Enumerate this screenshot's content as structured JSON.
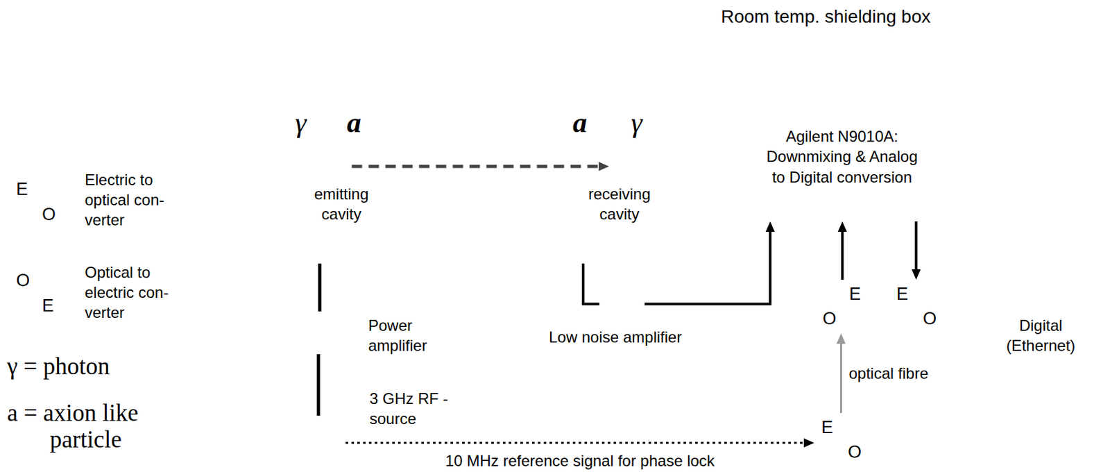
{
  "diagram": {
    "nodes": [
      {
        "text": [
          "Room temp. shielding box"
        ]
      },
      {
        "text": [
          "γ",
          "a",
          "emitting cavity"
        ]
      },
      {
        "text": [
          "a",
          "γ",
          "receiving cavity"
        ],
        "in": 0
      },
      {
        "text": [
          "Agilent N9010A: Downmixing & Analog to Digital conversion"
        ],
        "in": 0
      },
      {
        "text": [
          "Low noise amplifier"
        ],
        "in": 0
      },
      {
        "text": [
          "O",
          "E"
        ],
        "in": 0
      },
      {
        "text": [
          "E",
          "O"
        ],
        "in": 0
      },
      {
        "text": [
          "Power amplifier"
        ]
      },
      {
        "text": [
          "3 GHz RF - source"
        ]
      },
      {
        "text": [
          "E",
          "O"
        ]
      }
    ],
    "edges": [
      {
        "from": 8,
        "to": 7,
        "arrow": "none"
      },
      {
        "from": 7,
        "to": 1,
        "arrow": "none"
      },
      {
        "from": 1,
        "to": 2,
        "arrow": "to"
      },
      {
        "from": 2,
        "to": 4,
        "arrow": "none"
      },
      {
        "from": 4,
        "to": 3,
        "arrow": "to"
      },
      {
        "from": 5,
        "to": 3,
        "arrow": "to"
      },
      {
        "from": 3,
        "to": 6,
        "arrow": "to"
      },
      {
        "from": 9,
        "to": 5,
        "label": "optical fibre",
        "arrow": "to"
      },
      {
        "from": 8,
        "to": 9,
        "label": "10 MHz reference signal for phase lock",
        "arrow": "to"
      }
    ],
    "labels": [
      "E",
      "O",
      "O",
      "E",
      "γ = photon",
      "a = axion like particle",
      "Digital (Ethernet)"
    ],
    "legend": [
      {
        "text": "Electric to optical con- verter"
      },
      {
        "text": "Optical to electric con- verter"
      }
    ]
  }
}
